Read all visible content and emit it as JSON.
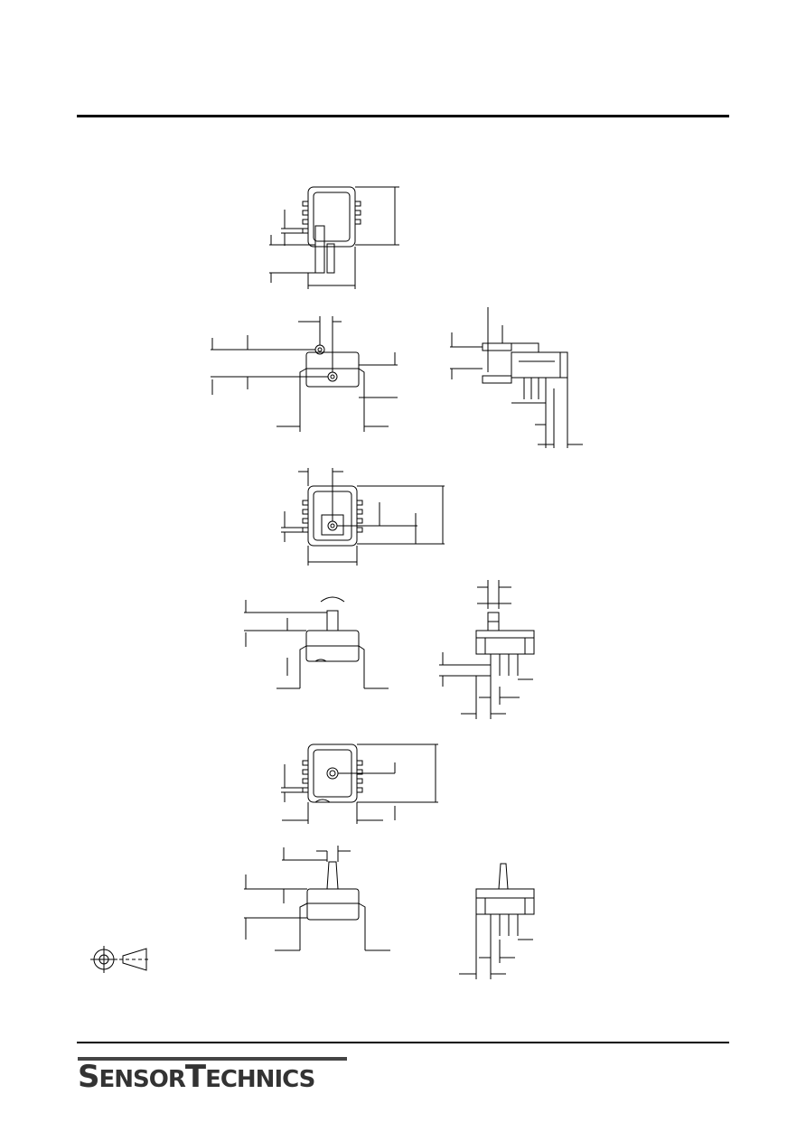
{
  "header": {
    "rule": "top"
  },
  "footer": {
    "logo": {
      "parts": [
        {
          "text": "S",
          "size": "big"
        },
        {
          "text": "ENSOR",
          "size": "small"
        },
        {
          "text": "T",
          "size": "big"
        },
        {
          "text": "ECHNICS",
          "size": "small"
        }
      ],
      "color": "#333333"
    }
  },
  "colors": {
    "ink": "#000000",
    "background": "#ffffff"
  },
  "icons": [
    "first-angle-projection-symbol-icon"
  ]
}
